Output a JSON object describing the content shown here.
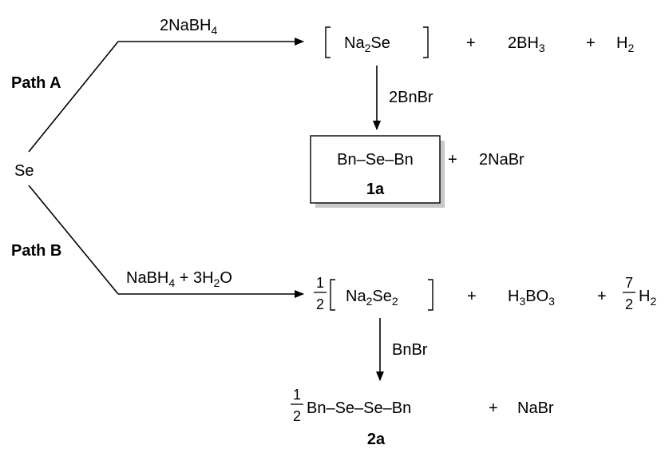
{
  "reactant": "Se",
  "path_a": {
    "label": "Path A",
    "reagent": {
      "main": "2NaBH",
      "sub": "4"
    },
    "intermediate": {
      "pre": "Na",
      "sub": "2",
      "post": "Se"
    },
    "byproducts": [
      {
        "text": "+"
      },
      {
        "main": "2BH",
        "sub": "3"
      },
      {
        "text": "+"
      },
      {
        "main": "H",
        "sub": "2"
      }
    ],
    "step_reagent": "2BnBr",
    "product": "Bn–Se–Bn",
    "product_id": "1a",
    "product_byproduct": {
      "plus": "+",
      "text": "2NaBr"
    }
  },
  "path_b": {
    "label": "Path B",
    "reagent": {
      "p1": "NaBH",
      "s1": "4",
      "p2": " + 3H",
      "s2": "2",
      "p3": "O"
    },
    "intermediate_coeff": {
      "num": "1",
      "den": "2"
    },
    "intermediate": {
      "p1": "Na",
      "s1": "2",
      "p2": "Se",
      "s2": "2"
    },
    "byproducts": {
      "plus1": "+",
      "boric": {
        "p1": "H",
        "s1": "3",
        "p2": "BO",
        "s2": "3"
      },
      "plus2": "+",
      "h2_coeff": {
        "num": "7",
        "den": "2"
      },
      "h2": {
        "main": "H",
        "sub": "2"
      }
    },
    "step_reagent": "BnBr",
    "product_coeff": {
      "num": "1",
      "den": "2"
    },
    "product": "Bn–Se–Se–Bn",
    "product_byproduct": {
      "plus": "+",
      "text": "NaBr"
    },
    "product_id": "2a"
  }
}
